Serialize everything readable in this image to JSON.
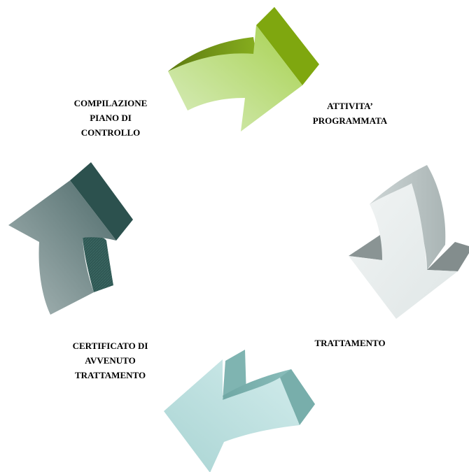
{
  "diagram": {
    "type": "cycle",
    "steps": [
      {
        "id": "compilazione",
        "label": "COMPILAZIONE\nPIANO DI\nCONTROLLO"
      },
      {
        "id": "attivita",
        "label": "ATTIVITA’\nPROGRAMMATA"
      },
      {
        "id": "trattamento",
        "label": "TRATTAMENTO"
      },
      {
        "id": "certificato",
        "label": "CERTIFICATO DI\nAVVENUTO\nTRATTAMENTO"
      }
    ],
    "colors": {
      "green_light": "#cfe6ad",
      "green_mid": "#a4cf4e",
      "green_dark": "#6e8f14",
      "grey_light": "#e9eeee",
      "grey_mid": "#b9c4c4",
      "grey_dark": "#7f8a8a",
      "teal_light": "#c6e4e4",
      "teal_mid": "#8fc2c0",
      "teal_dark": "#2f5f58",
      "slate_light": "#a3b2b2",
      "slate_mid": "#5f7878",
      "slate_dark": "#2a4e4b"
    }
  }
}
